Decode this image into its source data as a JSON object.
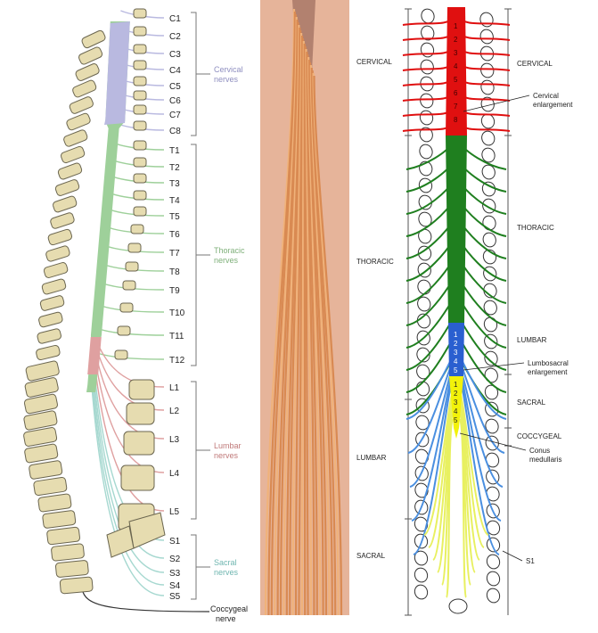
{
  "left_diagram": {
    "segments": [
      "C1",
      "C2",
      "C3",
      "C4",
      "C5",
      "C6",
      "C7",
      "C8",
      "T1",
      "T2",
      "T3",
      "T4",
      "T5",
      "T6",
      "T7",
      "T8",
      "T9",
      "T10",
      "T11",
      "T12",
      "L1",
      "L2",
      "L3",
      "L4",
      "L5",
      "S1",
      "S2",
      "S3",
      "S4",
      "S5"
    ],
    "groups": [
      {
        "lines": [
          "Cervical",
          "nerves"
        ],
        "color": "#8f8fc0"
      },
      {
        "lines": [
          "Thoracic",
          "nerves"
        ],
        "color": "#7fb07a"
      },
      {
        "lines": [
          "Lumbar",
          "nerves"
        ],
        "color": "#c07a7a"
      },
      {
        "lines": [
          "Sacral",
          "nerves"
        ],
        "color": "#6fb6b0"
      }
    ],
    "coccygeal": [
      "Coccygeal",
      "nerve"
    ],
    "colors": {
      "cervical": "#b9b9e0",
      "thoracic": "#9ed09a",
      "lumbar": "#dfa0a0",
      "sacral": "#a6d8d0",
      "bone": "#e6dcb0",
      "bone_edge": "#6b6650"
    }
  },
  "right_diagram": {
    "left_labels": [
      "CERVICAL",
      "THORACIC",
      "LUMBAR",
      "SACRAL"
    ],
    "right_labels": [
      "CERVICAL",
      "THORACIC",
      "LUMBAR",
      "SACRAL",
      "COCCYGEAL"
    ],
    "callouts": [
      {
        "lines": [
          "Cervical",
          "enlargement"
        ]
      },
      {
        "lines": [
          "Lumbosacral",
          "enlargement"
        ]
      },
      {
        "lines": [
          "Conus",
          "medullaris"
        ]
      },
      {
        "lines": [
          "S1"
        ]
      }
    ],
    "cord_numbers": {
      "cervical": [
        "1",
        "2",
        "3",
        "4",
        "5",
        "6",
        "7",
        "8"
      ],
      "lumbar": [
        "1",
        "2",
        "3",
        "4",
        "5"
      ],
      "sacral": [
        "1",
        "2",
        "3",
        "4",
        "5"
      ]
    },
    "colors": {
      "cervical": "#e01010",
      "thoracic": "#1f7f1f",
      "lumbar": "#2a5fd0",
      "sacral": "#f2f20a",
      "lumbar_nerve": "#4a8fe0",
      "sacral_nerve": "#e8f060"
    }
  },
  "photo": {
    "colors": {
      "background": "#e6b49a",
      "nerve": "#d98a52",
      "nerve_light": "#f0b27a",
      "cord": "#a07060"
    }
  }
}
